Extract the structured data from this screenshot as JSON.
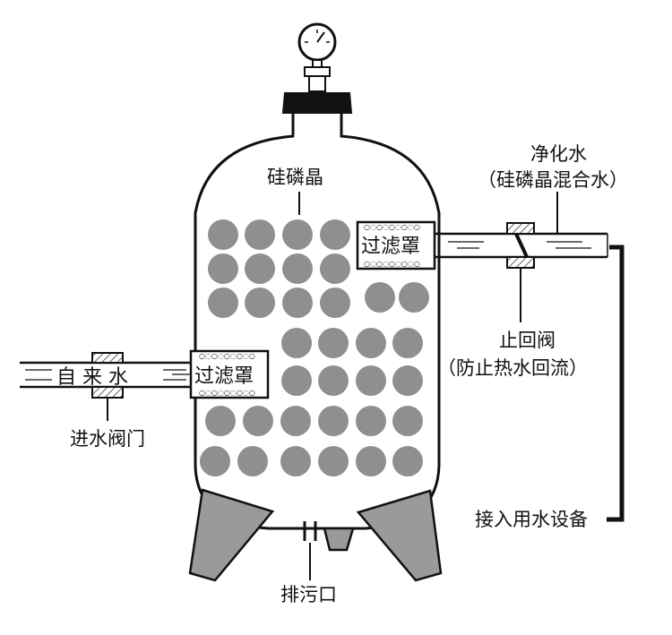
{
  "labels": {
    "crystal": "硅磷晶",
    "purified_water": "净化水",
    "purified_water_note": "（硅磷晶混合水）",
    "filter_top": "过滤罩",
    "filter_left": "过滤罩",
    "tap_water": "自 来 水",
    "inlet_valve": "进水阀门",
    "check_valve": "止回阀",
    "check_valve_note": "（防止热水回流）",
    "to_equipment": "接入用水设备",
    "drain": "排污口"
  },
  "colors": {
    "outline": "#111111",
    "ball": "#8f8f8f",
    "leg": "#9a9a9a",
    "cap": "#111111",
    "valve_hatch": "#888888"
  },
  "icons": [
    "pressure-gauge-icon",
    "valve-icon",
    "check-valve-icon"
  ]
}
